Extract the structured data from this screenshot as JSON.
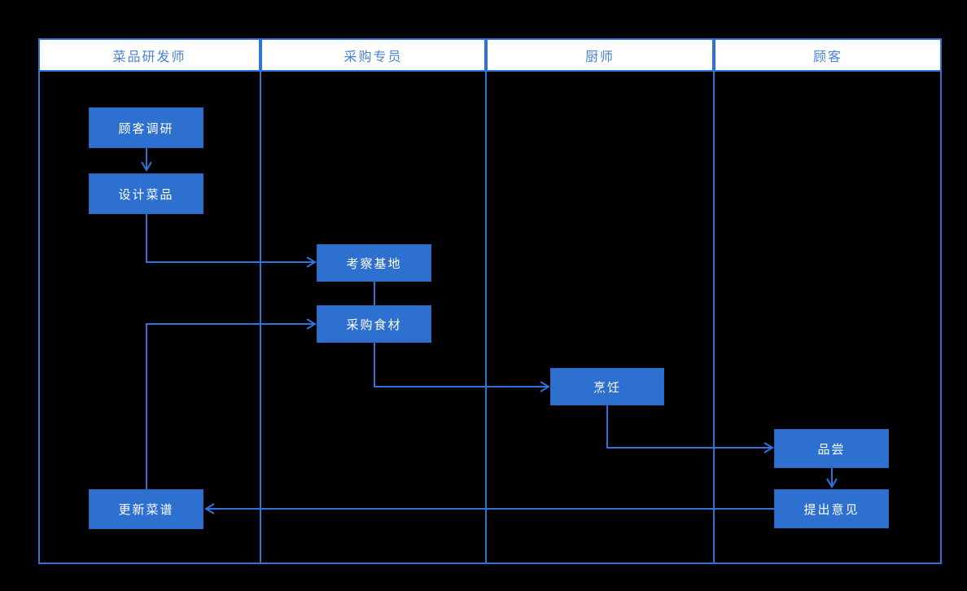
{
  "diagram": {
    "title": "restaurant-dish-development-swimlane-flowchart",
    "lanes": [
      {
        "label": "菜品研发师"
      },
      {
        "label": "采购专员"
      },
      {
        "label": "厨师"
      },
      {
        "label": "顾客"
      }
    ],
    "nodes": {
      "customer_research": {
        "label": "顾客调研",
        "lane": "菜品研发师"
      },
      "design_dish": {
        "label": "设计菜品",
        "lane": "菜品研发师"
      },
      "inspect_base": {
        "label": "考察基地",
        "lane": "采购专员"
      },
      "purchase_food": {
        "label": "采购食材",
        "lane": "采购专员"
      },
      "cook": {
        "label": "烹饪",
        "lane": "厨师"
      },
      "taste": {
        "label": "品尝",
        "lane": "顾客"
      },
      "give_feedback": {
        "label": "提出意见",
        "lane": "顾客"
      },
      "update_menu": {
        "label": "更新菜谱",
        "lane": "菜品研发师"
      }
    },
    "colors": {
      "accent_line": "#2e74d8",
      "node_fill": "#2e70cf",
      "node_text": "#ffffff",
      "header_fill": "#ffffff",
      "header_text": "#4a82d4",
      "background": "#000000"
    }
  }
}
